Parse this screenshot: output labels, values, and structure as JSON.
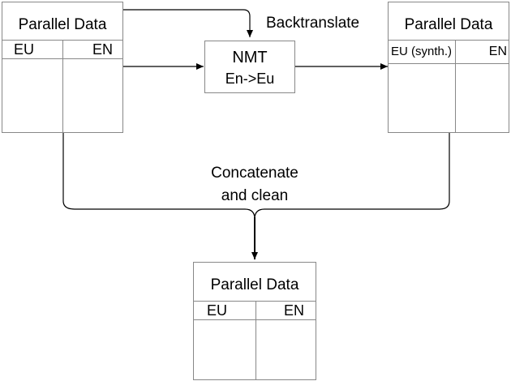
{
  "left_table": {
    "title": "Parallel Data",
    "col1": "EU",
    "col2": "EN"
  },
  "right_table": {
    "title": "Parallel Data",
    "col1": "EU  (synth.)",
    "col2": "EN"
  },
  "bottom_table": {
    "title": "Parallel Data",
    "col1": "EU",
    "col2": "EN"
  },
  "nmt": {
    "line1": "NMT",
    "line2": "En->Eu"
  },
  "labels": {
    "backtranslate": "Backtranslate",
    "concat_line1": "Concatenate",
    "concat_line2": "and clean"
  },
  "colors": {
    "stroke": "#000000",
    "border": "#888888",
    "background": "#ffffff"
  }
}
